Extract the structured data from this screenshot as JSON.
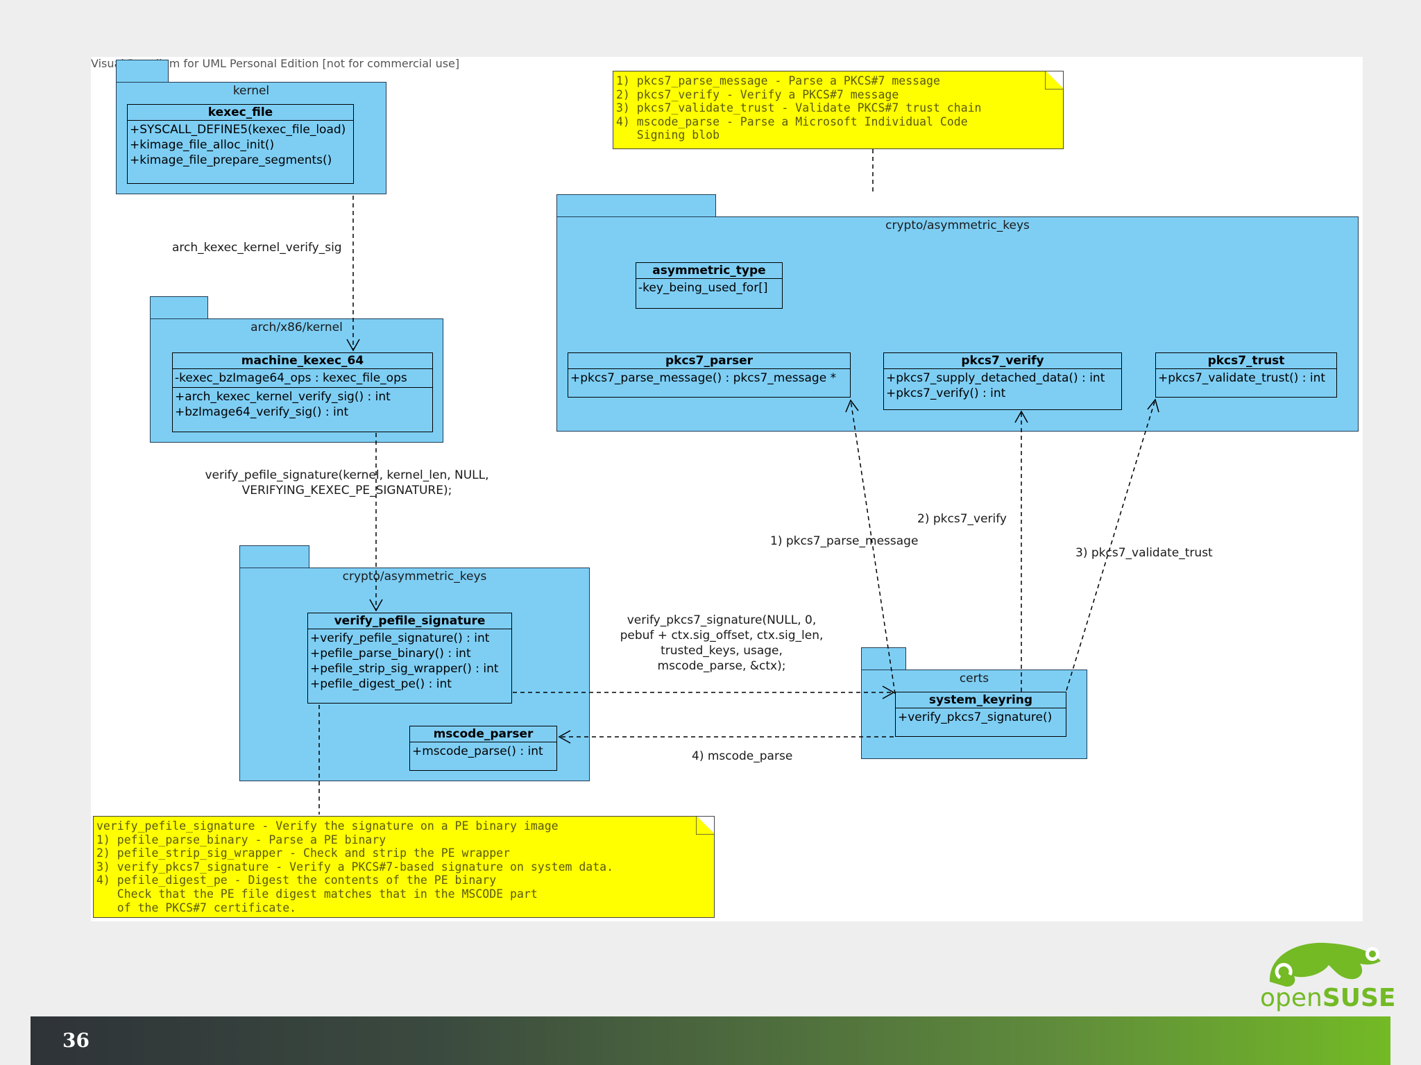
{
  "watermark": "Visual Paradigm for UML Personal Edition [not for commercial use]",
  "colors": {
    "package_fill": "#7ecef4",
    "note_fill": "#ffff00",
    "brand_green": "#73ba25"
  },
  "packages": {
    "kernel": {
      "name": "kernel"
    },
    "arch": {
      "name": "arch/x86/kernel"
    },
    "crypto_top": {
      "name": "crypto/asymmetric_keys"
    },
    "crypto_bottom": {
      "name": "crypto/asymmetric_keys"
    },
    "certs": {
      "name": "certs"
    }
  },
  "classes": {
    "kexec_file": {
      "name": "kexec_file",
      "operations": [
        "+SYSCALL_DEFINE5(kexec_file_load)",
        "+kimage_file_alloc_init()",
        "+kimage_file_prepare_segments()"
      ]
    },
    "machine_kexec_64": {
      "name": "machine_kexec_64",
      "attributes": [
        "-kexec_bzImage64_ops : kexec_file_ops"
      ],
      "operations": [
        "+arch_kexec_kernel_verify_sig() : int",
        "+bzImage64_verify_sig() : int"
      ]
    },
    "asymmetric_type": {
      "name": "asymmetric_type",
      "attributes": [
        "-key_being_used_for[]"
      ]
    },
    "pkcs7_parser": {
      "name": "pkcs7_parser",
      "operations": [
        "+pkcs7_parse_message() : pkcs7_message *"
      ]
    },
    "pkcs7_verify": {
      "name": "pkcs7_verify",
      "operations": [
        "+pkcs7_supply_detached_data() : int",
        "+pkcs7_verify() : int"
      ]
    },
    "pkcs7_trust": {
      "name": "pkcs7_trust",
      "operations": [
        "+pkcs7_validate_trust() : int"
      ]
    },
    "verify_pefile_signature": {
      "name": "verify_pefile_signature",
      "operations": [
        "+verify_pefile_signature() : int",
        "+pefile_parse_binary() : int",
        "+pefile_strip_sig_wrapper() : int",
        "+pefile_digest_pe() : int"
      ]
    },
    "mscode_parser": {
      "name": "mscode_parser",
      "operations": [
        "+mscode_parse() : int"
      ]
    },
    "system_keyring": {
      "name": "system_keyring",
      "operations": [
        "+verify_pkcs7_signature()"
      ]
    }
  },
  "notes": {
    "pkcs7": [
      "1) pkcs7_parse_message - Parse a PKCS#7 message",
      "2) pkcs7_verify - Verify a PKCS#7 message",
      "3) pkcs7_validate_trust - Validate PKCS#7 trust chain",
      "4) mscode_parse - Parse a Microsoft Individual Code",
      "   Signing blob"
    ],
    "pefile": [
      "verify_pefile_signature - Verify the signature on a PE binary image",
      "1) pefile_parse_binary - Parse a PE binary",
      "2) pefile_strip_sig_wrapper - Check and strip the PE wrapper",
      "3) verify_pkcs7_signature - Verify a PKCS#7-based signature on system data.",
      "4) pefile_digest_pe - Digest the contents of the PE binary",
      "   Check that the PE file digest matches that in the MSCODE part",
      "   of the PKCS#7 certificate."
    ]
  },
  "edge_labels": {
    "arch_verify": "arch_kexec_kernel_verify_sig",
    "verify_pefile": [
      "verify_pefile_signature(kernel, kernel_len, NULL,",
      "VERIFYING_KEXEC_PE_SIGNATURE);"
    ],
    "verify_pkcs7": [
      "verify_pkcs7_signature(NULL, 0,",
      "pebuf + ctx.sig_offset, ctx.sig_len,",
      "trusted_keys, usage,",
      "mscode_parse, &ctx);"
    ],
    "parse_message": "1) pkcs7_parse_message",
    "pkcs7_verify": "2) pkcs7_verify",
    "validate_trust": "3) pkcs7_validate_trust",
    "mscode_parse": "4) mscode_parse"
  },
  "slide_number": "36",
  "logo": {
    "text_light": "open",
    "text_bold": "SUSE"
  }
}
